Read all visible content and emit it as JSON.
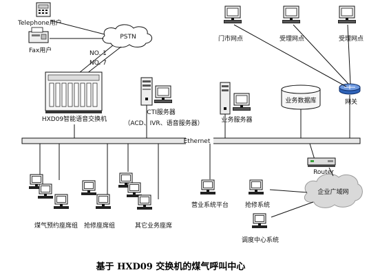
{
  "labels": {
    "telephone_user": "Telephone用户",
    "fax_user": "Fax用户",
    "pstn": "PSTN",
    "no1": "NO. 1",
    "no7": "NO. 7",
    "switch": "HXD09智能语音交换机",
    "cti_server": "CTI服务器",
    "cti_server_sub": "（ACD、IVR、语音服务器）",
    "business_server": "业务服务器",
    "database": "业务数据库",
    "gateway": "网关",
    "store_point": "门市网点",
    "accept_point_1": "受理网点",
    "accept_point_2": "受理网点",
    "ethernet": "Ethernet",
    "router": "Router",
    "wan": "企业广域网",
    "reservation_seats": "煤气预约座席组",
    "repair_seats": "抢修座席组",
    "other_seats": "其它业务座席",
    "business_platform": "营业系统平台",
    "repair_system": "抢修系统",
    "dispatch_system": "调度中心系统"
  },
  "caption": "基于 HXD09 交换机的煤气呼叫中心"
}
